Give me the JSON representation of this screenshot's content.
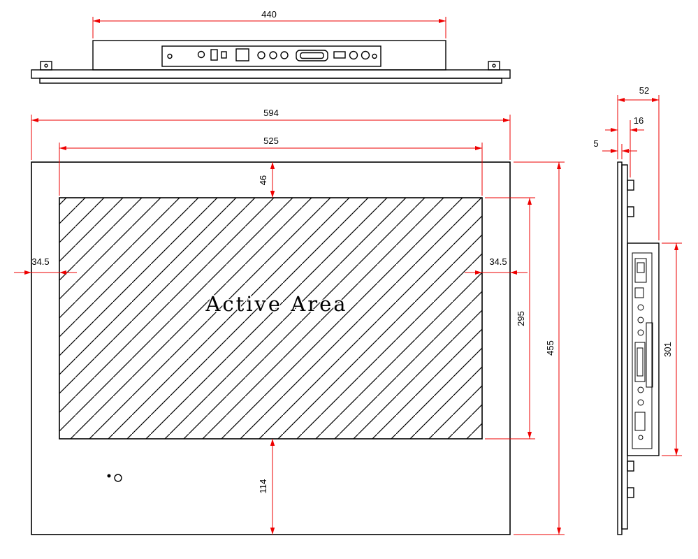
{
  "drawing": {
    "active_area_label": "Active Area",
    "colors": {
      "line": "#000000",
      "dimension": "#ee0000",
      "background": "#ffffff"
    },
    "dimensions": {
      "top_view": {
        "housing_width": "440"
      },
      "front_view": {
        "outer_width": "594",
        "active_width": "525",
        "top_margin": "46",
        "left_margin": "34.5",
        "right_margin": "34.5",
        "active_height": "295",
        "outer_height": "455",
        "bottom_margin": "114"
      },
      "side_view": {
        "total_depth": "52",
        "front_depth": "16",
        "front_glass_offset": "5",
        "housing_height": "301"
      }
    }
  }
}
